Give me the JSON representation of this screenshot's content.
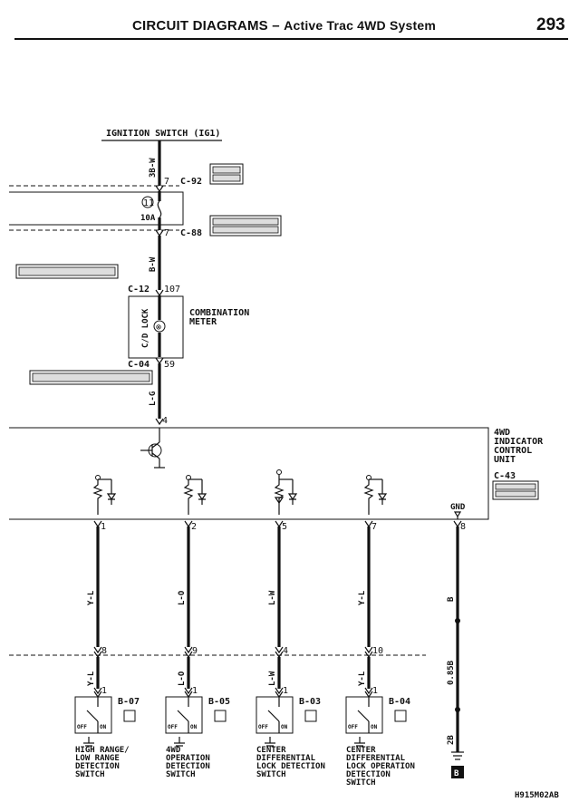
{
  "header": {
    "section": "CIRCUIT DIAGRAMS –",
    "subtitle": "Active Trac 4WD System",
    "page_number": "293"
  },
  "diagram": {
    "power_source": "IGNITION SWITCH (IG1)",
    "wire_top": "3B-W",
    "connector_c92": "C-92",
    "pin_c92": "7",
    "fuse_number": "11",
    "fuse_rating": "10A",
    "connector_c88": "C-88",
    "pin_c88": "7",
    "wire_bw": "B-W",
    "connector_c12": "C-12",
    "pin_c12": "107",
    "meter_name": "COMBINATION METER",
    "meter_name_line1": "COMBINATION",
    "meter_name_line2": "METER",
    "meter_lamp": "C/D LOCK",
    "connector_c04": "C-04",
    "pin_c04": "59",
    "wire_lg": "L-G",
    "pin_unit_in": "4",
    "unit_name_line1": "4WD",
    "unit_name_line2": "INDICATOR",
    "unit_name_line3": "CONTROL",
    "unit_name_line4": "UNIT",
    "connector_c43": "C-43",
    "gnd_label": "GND",
    "channels": [
      {
        "pin": "1",
        "wire": "Y-L",
        "junction_pin": "8",
        "switch_pin": "1",
        "connector": "B-07",
        "name": [
          "HIGH RANGE/",
          "LOW RANGE",
          "DETECTION",
          "SWITCH"
        ]
      },
      {
        "pin": "2",
        "wire": "L-O",
        "junction_pin": "9",
        "switch_pin": "1",
        "connector": "B-05",
        "name": [
          "4WD",
          "OPERATION",
          "DETECTION",
          "SWITCH"
        ]
      },
      {
        "pin": "5",
        "wire": "L-W",
        "junction_pin": "4",
        "switch_pin": "1",
        "connector": "B-03",
        "name": [
          "CENTER",
          "DIFFERENTIAL",
          "LOCK DETECTION",
          "SWITCH"
        ]
      },
      {
        "pin": "7",
        "wire": "Y-L",
        "junction_pin": "10",
        "switch_pin": "1",
        "connector": "B-04",
        "name": [
          "CENTER",
          "DIFFERENTIAL",
          "LOCK OPERATION",
          "DETECTION",
          "SWITCH"
        ]
      }
    ],
    "ground_pin": "8",
    "ground_wire_upper": "B",
    "ground_wire_mid": "0.85B",
    "ground_wire_lower": "2B",
    "ground_point": "B",
    "switch_off": "OFF",
    "switch_on": "ON",
    "figure_code": "H915M02AB"
  }
}
